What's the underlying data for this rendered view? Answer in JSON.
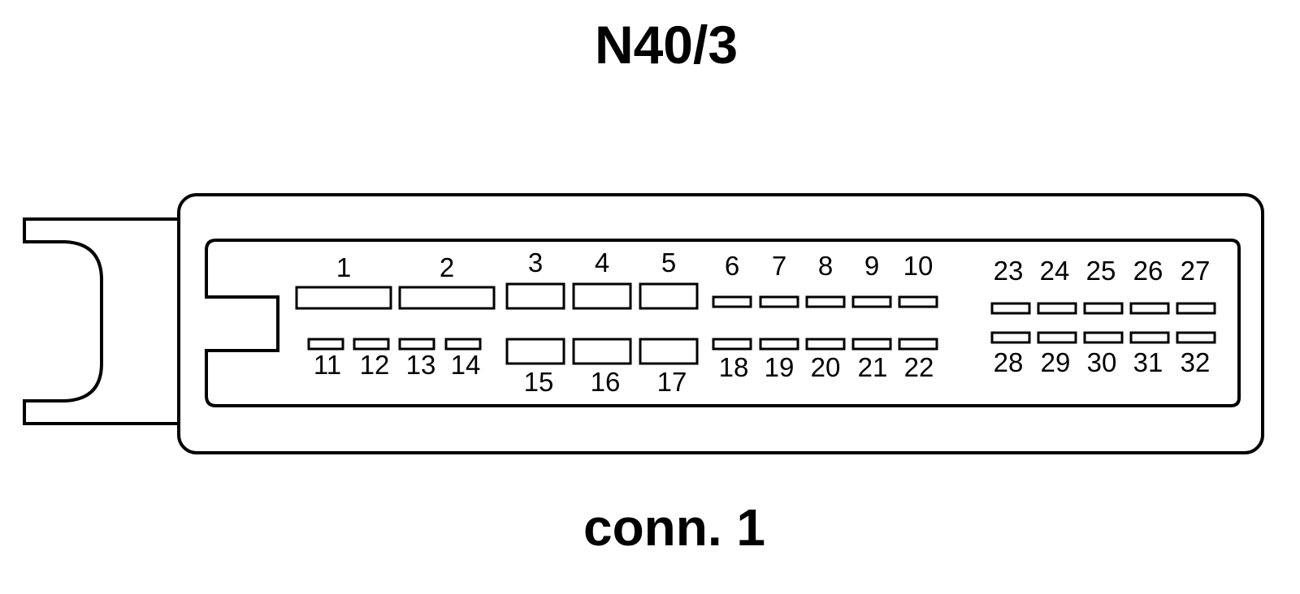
{
  "title": "N40/3",
  "caption": "conn. 1",
  "colors": {
    "line": "#000000",
    "background": "#ffffff"
  },
  "pins": [
    {
      "number": "1"
    },
    {
      "number": "2"
    },
    {
      "number": "3"
    },
    {
      "number": "4"
    },
    {
      "number": "5"
    },
    {
      "number": "6"
    },
    {
      "number": "7"
    },
    {
      "number": "8"
    },
    {
      "number": "9"
    },
    {
      "number": "10"
    },
    {
      "number": "11"
    },
    {
      "number": "12"
    },
    {
      "number": "13"
    },
    {
      "number": "14"
    },
    {
      "number": "15"
    },
    {
      "number": "16"
    },
    {
      "number": "17"
    },
    {
      "number": "18"
    },
    {
      "number": "19"
    },
    {
      "number": "20"
    },
    {
      "number": "21"
    },
    {
      "number": "22"
    },
    {
      "number": "23"
    },
    {
      "number": "24"
    },
    {
      "number": "25"
    },
    {
      "number": "26"
    },
    {
      "number": "27"
    },
    {
      "number": "28"
    },
    {
      "number": "29"
    },
    {
      "number": "30"
    },
    {
      "number": "31"
    },
    {
      "number": "32"
    }
  ]
}
